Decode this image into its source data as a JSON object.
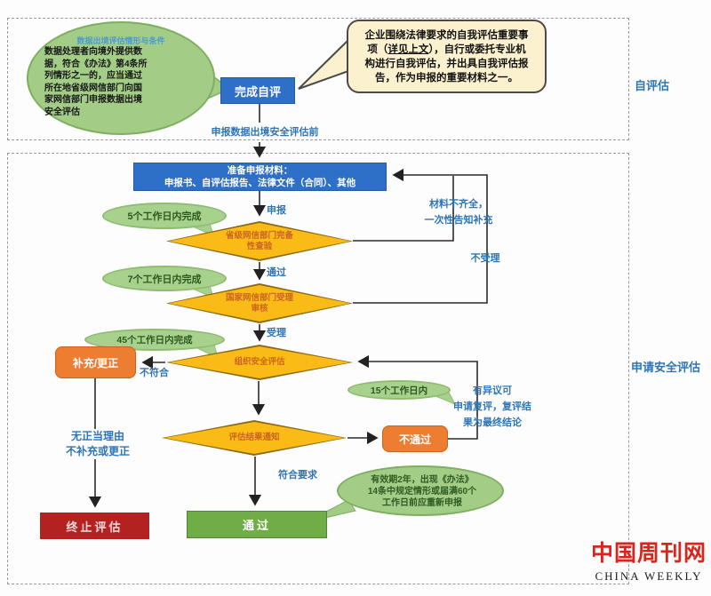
{
  "colors": {
    "accent_blue": "#2E75B6",
    "process_blue": "#2E6FC8",
    "decision_yellow": "#FBBB17",
    "note_green": "#A9D18E",
    "pass_green": "#6FAE46",
    "action_orange": "#ED7D31",
    "terminate_red": "#B42121",
    "note_cream": "#FCF1CE",
    "logo_red": "#D9251C"
  },
  "self_section": {
    "section_label": "自评估",
    "cloud_title": "数据出境评估情形与条件",
    "cloud_body": "数据处理者向境外提供数\n据，符合《办法》第4条所\n列情形之一的，应当通过\n所在地省级网信部门向国\n家网信部门申报数据出境\n安全评估",
    "complete_box": "完成自评",
    "bubble_before": "企业围绕法律要求的自我评估重要事\n项（",
    "bubble_link": "详见上文",
    "bubble_after": "），自行或委托专业机\n构进行自我评估，并出具自我评估报\n告，作为申报的重要材料之一。"
  },
  "transition_label": "申报数据出境安全评估前",
  "apply_section": {
    "section_label": "申请安全评估",
    "prepare_line1": "准备申报材料：",
    "prepare_line2": "申报书、自评估报告、法律文件（合同）、其他",
    "diamond_provincial": "省级网信部门完备\n性查验",
    "diamond_national": "国家网信部门受理\n审核",
    "diamond_organize": "组织安全评估",
    "diamond_result": "评估结果通知",
    "note_5days": "5个工作日内完成",
    "note_7days": "7个工作日内完成",
    "note_45days": "45个工作日内完成",
    "note_15days": "15个工作日内",
    "note_validity": "有效期2年，出现《办法》\n14条中规定情形或届满60个\n工作日前应重新申报",
    "box_supplement": "补充/更正",
    "box_terminate": "终止评估",
    "box_pass": "通过",
    "box_fail": "不通过",
    "label_declare": "申报",
    "label_pass": "通过",
    "label_accept": "受理",
    "label_nonconform": "不符合",
    "label_conform": "符合要求",
    "label_incomplete": "材料不齐全，\n一次性告知补充",
    "label_reject": "不受理",
    "label_no_reason": "无正当理由\n不补充或更正",
    "label_objection": "有异议可\n申请复评，复评结\n果为最终结论"
  },
  "watermark": {
    "cn": "中国周刊网",
    "en": "CHINA WEEKLY"
  }
}
